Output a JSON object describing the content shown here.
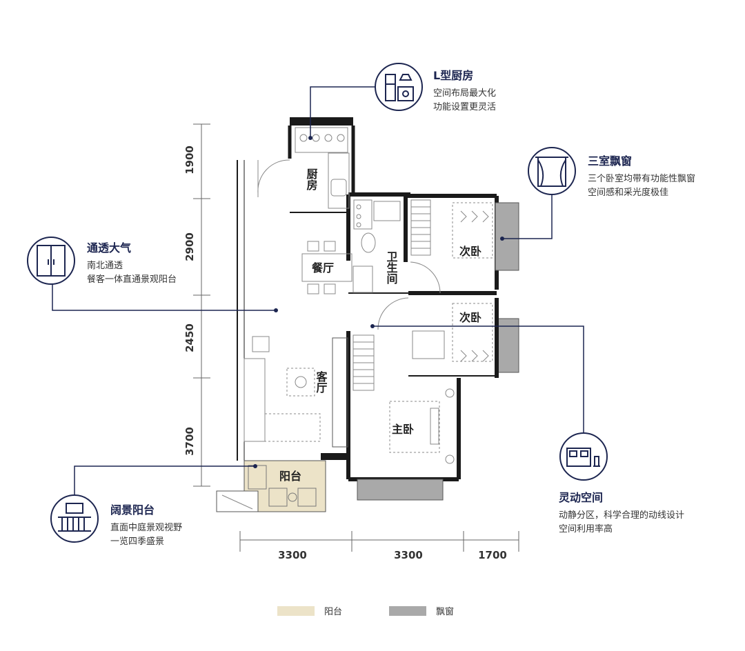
{
  "rooms": {
    "kitchen": "厨房",
    "dining": "餐厅",
    "bathroom": "卫生间",
    "second_bedroom_1": "次卧",
    "second_bedroom_2": "次卧",
    "living": "客厅",
    "master_bedroom": "主卧",
    "balcony": "阳台"
  },
  "dimensions": {
    "left": [
      "1900",
      "2900",
      "2450",
      "3700"
    ],
    "bottom": [
      "3300",
      "3300",
      "1700"
    ]
  },
  "callouts": {
    "kitchen": {
      "title": "L型厨房",
      "lines": [
        "空间布局最大化",
        "功能设置更灵活"
      ],
      "icon": "kitchen-icon"
    },
    "window": {
      "title": "三室飘窗",
      "lines": [
        "三个卧室均带有功能性飘窗",
        "空间感和采光度极佳"
      ],
      "icon": "bay-window-icon"
    },
    "transparent": {
      "title": "通透大气",
      "lines": [
        "南北通透",
        "餐客一体直通景观阳台"
      ],
      "icon": "sliding-door-icon"
    },
    "space": {
      "title": "灵动空间",
      "lines": [
        "动静分区，科学合理的动线设计",
        "空间利用率高"
      ],
      "icon": "bed-icon"
    },
    "balcony": {
      "title": "阔景阳台",
      "lines": [
        "直面中庭景观视野",
        "一览四季盛景"
      ],
      "icon": "balcony-icon"
    }
  },
  "legend": [
    {
      "label": "阳台",
      "color": "#ece3c8"
    },
    {
      "label": "飘窗",
      "color": "#a9a9a9"
    }
  ],
  "colors": {
    "navy": "#1c2550",
    "wall": "#1a1a1a",
    "balcony_fill": "#ece3c8",
    "bay_fill": "#a9a9a9"
  }
}
